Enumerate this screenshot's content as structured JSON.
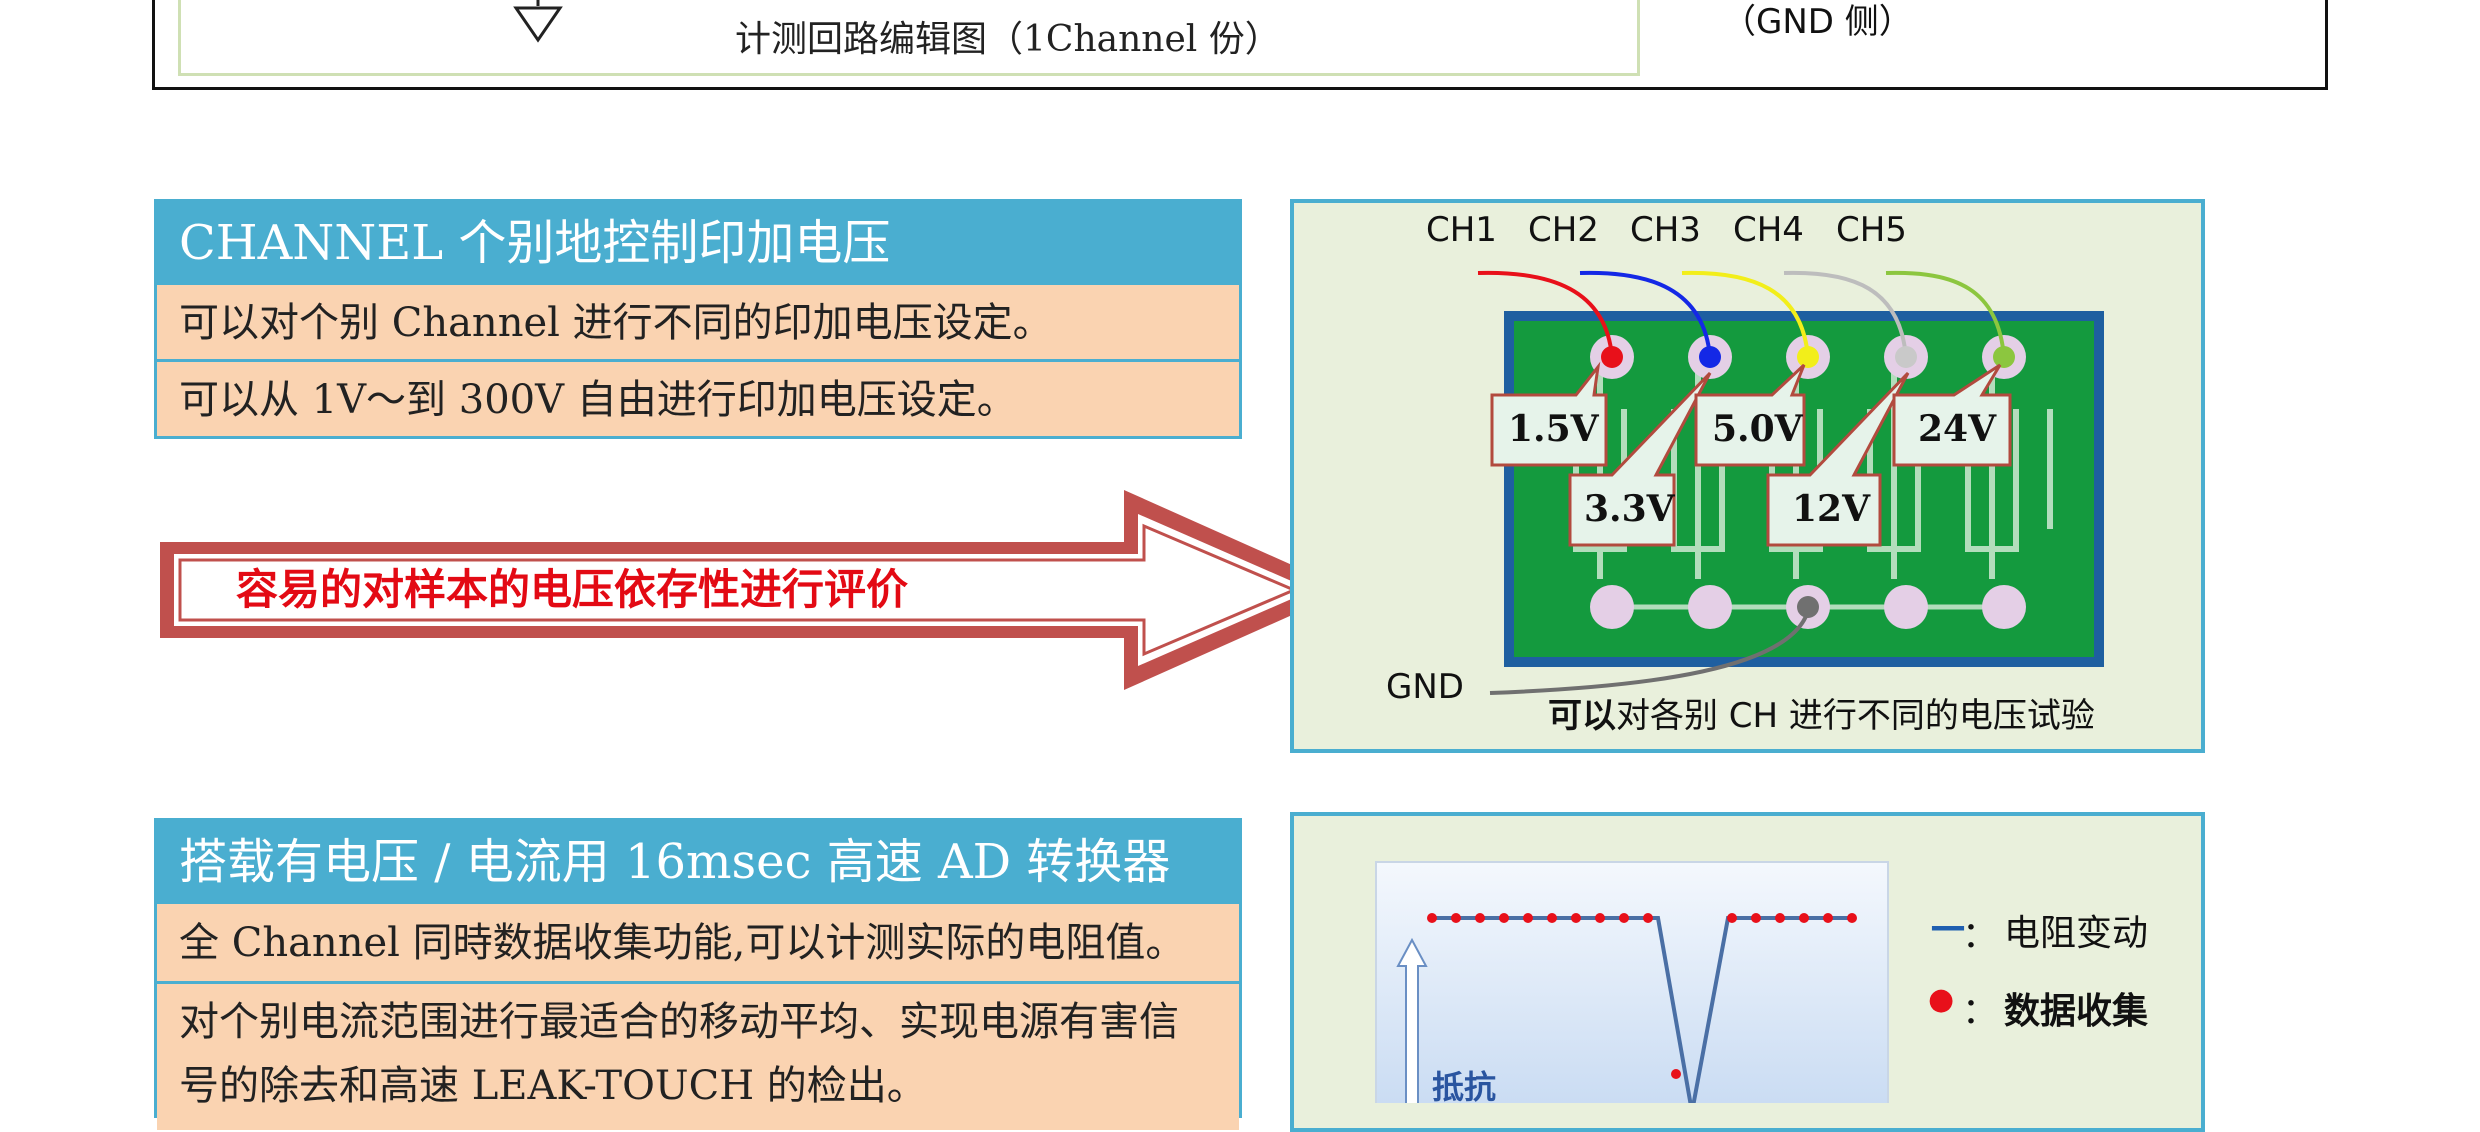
{
  "top": {
    "caption": "计测回路编辑图（1Channel 份）",
    "gnd_note": "（GND 侧）"
  },
  "section1": {
    "title": "CHANNEL 个别地控制印加电压",
    "rows": [
      "可以对个别 Channel 进行不同的印加电压设定。",
      "可以从 1V～到 300V 自由进行印加电压设定。"
    ]
  },
  "arrow": {
    "text": "容易的对样本的电压依存性进行评价"
  },
  "panel1": {
    "channels": [
      "CH1",
      "CH2",
      "CH3",
      "CH4",
      "CH5"
    ],
    "voltages": [
      "1.5V",
      "3.3V",
      "5.0V",
      "12V",
      "24V"
    ],
    "gnd": "GND",
    "caption_bold": "可以",
    "caption_rest": "对各别 CH 进行不同的电压试验",
    "colors": {
      "ch1": "#e8101a",
      "ch2": "#1428e6",
      "ch3": "#f2ee1a",
      "ch4": "#bdbdbd",
      "ch5": "#8cc63f",
      "board": "#149a3e",
      "board_edge": "#1e5fa0"
    }
  },
  "section2": {
    "title": "搭载有电压 / 电流用 16msec 高速 AD 转换器",
    "rows": [
      "全 Channel 同時数据收集功能,可以计测实际的电阻值。",
      "对个别电流范围进行最适合的移动平均、实现电源有害信号的除去和高速 LEAK-TOUCH 的检出。"
    ]
  },
  "panel2": {
    "axis_label": "抵抗",
    "legend": [
      {
        "marker": "—",
        "sep": "：",
        "text": "电阻变动"
      },
      {
        "marker": "●",
        "sep": "：",
        "text": "数据收集"
      }
    ]
  }
}
